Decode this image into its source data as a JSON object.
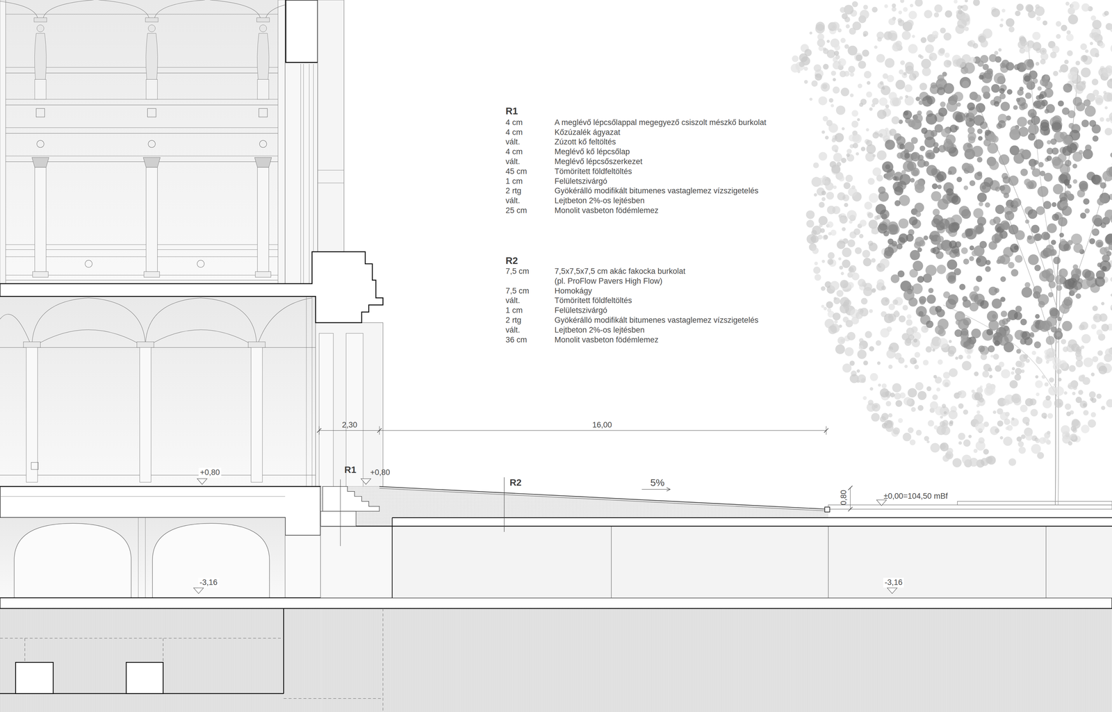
{
  "diagram": {
    "labels": [
      "R1",
      "4 cm",
      "A meglévő lépcsőlappal megegyező csiszolt mészkő burkolat",
      "4 cm",
      "Kőzúzalék ágyazat",
      "vált.",
      "Zúzott kő feltöltés",
      "4 cm",
      "Meglévő kő lépcsőlap",
      "vált.",
      "Meglévő lépcsőszerkezet",
      "45 cm",
      "Tömörített földfeltöltés",
      "1 cm",
      "Felületszivárgó",
      "2 rtg",
      "Gyökérálló modifikált bitumenes vastaglemez vízszigetelés",
      "vált.",
      "Lejtbeton 2%-os lejtésben",
      "25 cm",
      "Monolit vasbeton födémlemez",
      "R2",
      "7,5 cm",
      "7,5x7,5x7,5 cm akác fakocka burkolat (pl. ProFlow Pavers High Flow)",
      "7,5 cm",
      "Homokágy",
      "vált.",
      "Tömörített földfeltöltés",
      "1 cm",
      "Felületszivárgó",
      "2 rtg",
      "Gyökérálló modifikált bitumenes vastaglemez vízszigetelés",
      "vált.",
      "Lejtbeton 2%-os lejtésben",
      "36 cm",
      "Monolit vasbeton födémlemez",
      "2,30",
      "16,00",
      "+0,80",
      "R1",
      "+0,80",
      "R2",
      "5%",
      "0,80",
      "±0,00=104,50 mBf",
      "-3,16",
      "-3,16"
    ]
  }
}
